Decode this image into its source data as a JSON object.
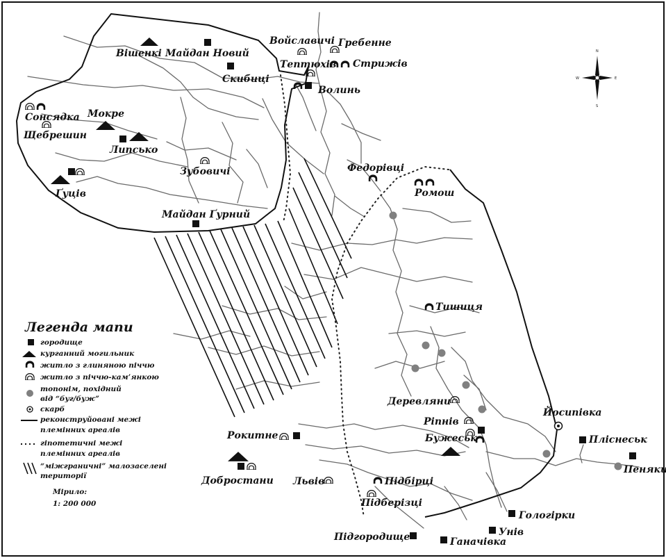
{
  "places": {
    "vishenki": "Вішенкі",
    "maidan_novyi": "Майдан Новий",
    "skybytsi": "Скибиці",
    "voislavychi": "Войславичі",
    "grebenne": "Гребенне",
    "teptiukhiv": "Тептюхів",
    "stryzhiv": "Стрижів",
    "volyn": "Волинь",
    "sonsiadka": "Сонсядка",
    "mokre": "Мокре",
    "shchebreshyn": "Щебрешин",
    "lypsko": "Липсько",
    "zubovychi": "Зубовичі",
    "gutsiv": "Ґуців",
    "fedorivtsi": "Федорівці",
    "romosh": "Ромош",
    "maidan_gurnyi": "Майдан Ґурний",
    "tyshytsia": "Тишиця",
    "derevliany": "Деревляни",
    "iosypivka": "Йосипівка",
    "ripniv": "Ріпнів",
    "rokytne": "Рокитне",
    "buzhesk": "Бужеськ",
    "plisnesk": "Пліснеськ",
    "peniaky": "Пеняки",
    "dobrostany": "Добростани",
    "lviv": "Львів",
    "pidbirtsi": "Підбірці",
    "pidberiztsi": "Підберізці",
    "hologirky": "Гологірки",
    "univ": "Унів",
    "pidhorodyshche": "Підгородище",
    "hanachivka": "Ганачівка"
  },
  "legend": {
    "title": "Легенда мапи",
    "fortified_settlement": "городище",
    "kurgan": "курганний могильник",
    "dwelling_clay": "житло з глиняною піччю",
    "dwelling_stone": "житло з піччю-кам’янкою",
    "toponym_line1": "топонім, похідний",
    "toponym_line2": "від “буг/бужˮ",
    "hoard": "скарб",
    "reconstructed_line1": "реконструйовані межі",
    "reconstructed_line2": "племінних ареалів",
    "hypothetical_line1": "гіпотетичні межі",
    "hypothetical_line2": "племінних ареалів",
    "sparse_line1": "“міжграничні” малозаселені",
    "sparse_line2": "території",
    "scale_label": "Мірило:",
    "scale_value": "1: 200 000"
  },
  "compass": {
    "n": "N",
    "s": "S",
    "w": "W",
    "e": "E"
  },
  "colors": {
    "ink": "#111111",
    "river": "#6a6a6a",
    "toponym_dot": "#808080",
    "background": "#ffffff"
  },
  "icons": {
    "fortified_settlement": "filled-square-icon",
    "kurgan": "filled-triangle-icon",
    "dwelling_clay": "dome-dwelling-icon",
    "dwelling_stone": "dome-dwelling-hollow-icon",
    "toponym": "gray-dot-icon",
    "hoard": "double-circle-icon"
  }
}
